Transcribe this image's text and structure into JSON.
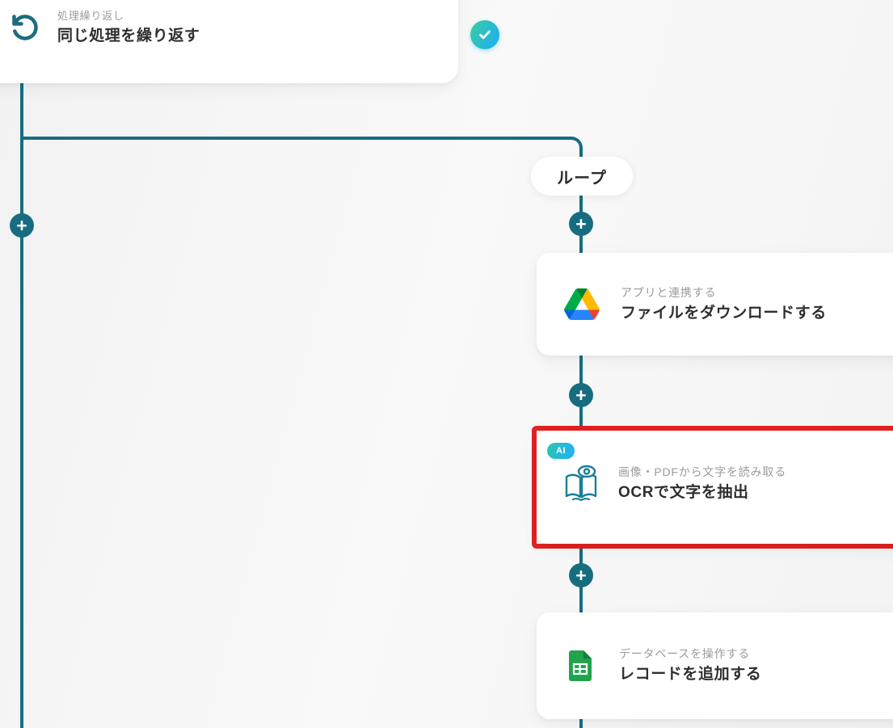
{
  "workflow": {
    "branch_label": "ループ",
    "add_button_label": "+",
    "nodes": {
      "repeat": {
        "icon": "loop-icon",
        "status_icon": "check-icon",
        "category": "処理繰り返し",
        "title": "同じ処理を繰り返す"
      },
      "download_file": {
        "icon": "google-drive-icon",
        "category": "アプリと連携する",
        "title": "ファイルをダウンロードする"
      },
      "ocr_extract": {
        "icon": "ocr-book-eye-icon",
        "badge": "AI",
        "category": "画像・PDFから文字を読み取る",
        "title": "OCRで文字を抽出",
        "highlighted": true
      },
      "add_record": {
        "icon": "google-sheets-icon",
        "category": "データベースを操作する",
        "title": "レコードを追加する"
      }
    },
    "colors": {
      "connector": "#176d80",
      "highlight_border": "#e32222",
      "status_gradient_start": "#3ccf9e",
      "status_gradient_end": "#1fb1ec",
      "category_text": "#9b9b9b",
      "title_text": "#2e2e2e",
      "canvas_background": "#f6f6f7"
    }
  }
}
